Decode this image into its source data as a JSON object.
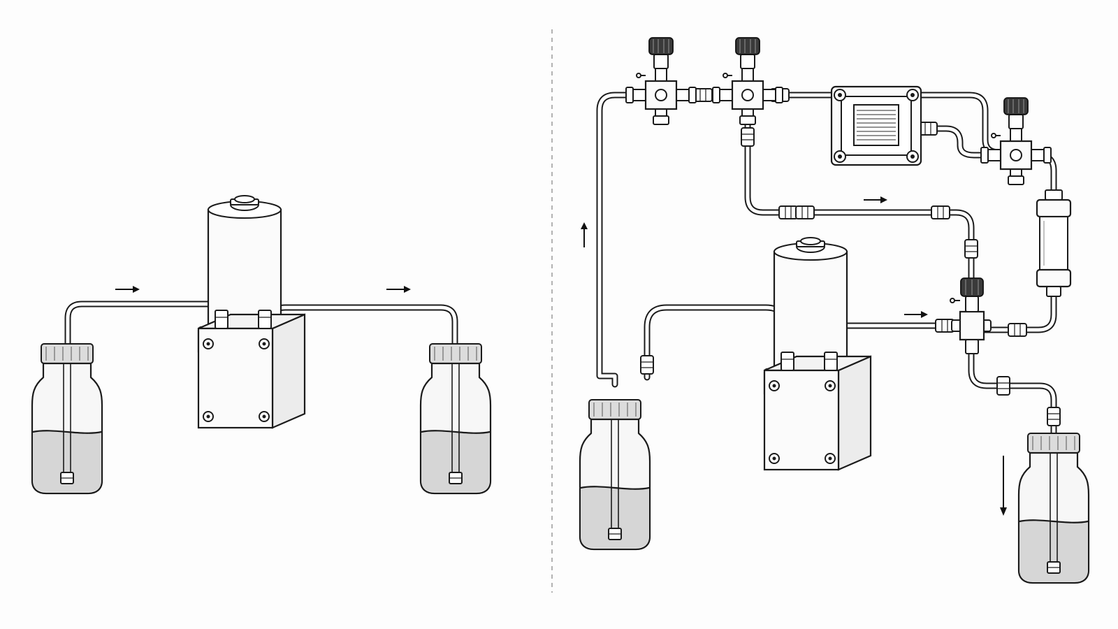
{
  "figure": {
    "panels": [
      {
        "id": "left",
        "components": [
          "bottle",
          "pump",
          "bottle"
        ],
        "flow_arrows": [
          "right",
          "right"
        ]
      },
      {
        "id": "right",
        "components": [
          "bottle",
          "valve",
          "valve",
          "membrane-cassette",
          "valve",
          "filter-housing",
          "pump",
          "valve",
          "bottle"
        ],
        "flow_arrows": [
          "up",
          "right",
          "right",
          "down"
        ]
      }
    ],
    "colors": {
      "line": "#1b1b1b",
      "liquid": "#d6d6d6",
      "background": "#fdfdfd",
      "divider": "#9a9a9a"
    }
  }
}
